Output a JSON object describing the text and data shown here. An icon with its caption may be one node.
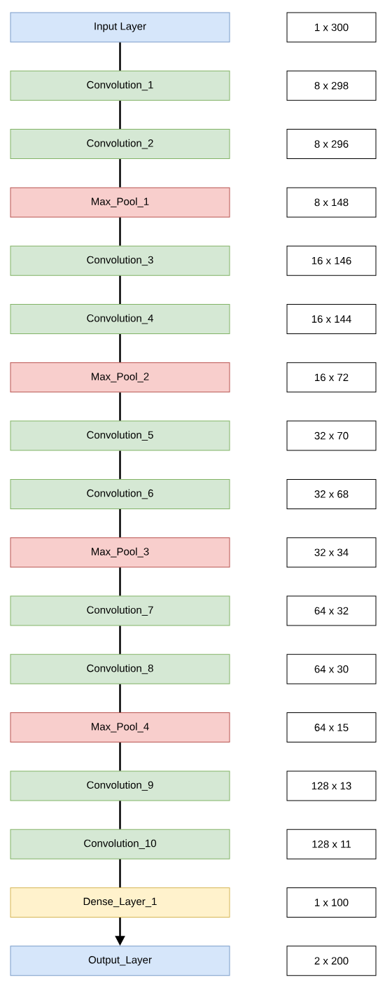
{
  "diagram": {
    "nodes": [
      {
        "text": [
          "Input Layer"
        ]
      },
      {
        "text": [
          "1 x 300"
        ]
      },
      {
        "text": [
          "Convolution_1"
        ]
      },
      {
        "text": [
          "8 x 298"
        ]
      },
      {
        "text": [
          "Convolution_2"
        ]
      },
      {
        "text": [
          "8 x 296"
        ]
      },
      {
        "text": [
          "Max_Pool_1"
        ]
      },
      {
        "text": [
          "8 x 148"
        ]
      },
      {
        "text": [
          "Convolution_3"
        ]
      },
      {
        "text": [
          "16 x 146"
        ]
      },
      {
        "text": [
          "Convolution_4"
        ]
      },
      {
        "text": [
          "16 x 144"
        ]
      },
      {
        "text": [
          "Max_Pool_2"
        ]
      },
      {
        "text": [
          "16 x 72"
        ]
      },
      {
        "text": [
          "Convolution_5"
        ]
      },
      {
        "text": [
          "32 x 70"
        ]
      },
      {
        "text": [
          "Convolution_6"
        ]
      },
      {
        "text": [
          "32 x 68"
        ]
      },
      {
        "text": [
          "Max_Pool_3"
        ]
      },
      {
        "text": [
          "32 x 34"
        ]
      },
      {
        "text": [
          "Convolution_7"
        ]
      },
      {
        "text": [
          "64 x 32"
        ]
      },
      {
        "text": [
          "Convolution_8"
        ]
      },
      {
        "text": [
          "64 x 30"
        ]
      },
      {
        "text": [
          "Max_Pool_4"
        ]
      },
      {
        "text": [
          "64 x 15"
        ]
      },
      {
        "text": [
          "Convolution_9"
        ]
      },
      {
        "text": [
          "128 x 13"
        ]
      },
      {
        "text": [
          "Convolution_10"
        ]
      },
      {
        "text": [
          "128 x 11"
        ]
      },
      {
        "text": [
          "Dense_Layer_1"
        ]
      },
      {
        "text": [
          "1 x 100"
        ]
      },
      {
        "text": [
          "Output_Layer"
        ]
      },
      {
        "text": [
          "2 x 200"
        ]
      }
    ],
    "edges": [
      {
        "from": 0,
        "to": 2,
        "arrow": "none"
      },
      {
        "from": 2,
        "to": 4,
        "arrow": "none"
      },
      {
        "from": 4,
        "to": 6,
        "arrow": "none"
      },
      {
        "from": 6,
        "to": 8,
        "arrow": "none"
      },
      {
        "from": 8,
        "to": 10,
        "arrow": "none"
      },
      {
        "from": 10,
        "to": 12,
        "arrow": "none"
      },
      {
        "from": 12,
        "to": 14,
        "arrow": "none"
      },
      {
        "from": 14,
        "to": 16,
        "arrow": "none"
      },
      {
        "from": 16,
        "to": 18,
        "arrow": "none"
      },
      {
        "from": 18,
        "to": 20,
        "arrow": "none"
      },
      {
        "from": 20,
        "to": 22,
        "arrow": "none"
      },
      {
        "from": 22,
        "to": 24,
        "arrow": "none"
      },
      {
        "from": 24,
        "to": 26,
        "arrow": "none"
      },
      {
        "from": 26,
        "to": 28,
        "arrow": "none"
      },
      {
        "from": 28,
        "to": 30,
        "arrow": "none"
      },
      {
        "from": 30,
        "to": 32,
        "arrow": "to"
      }
    ]
  }
}
